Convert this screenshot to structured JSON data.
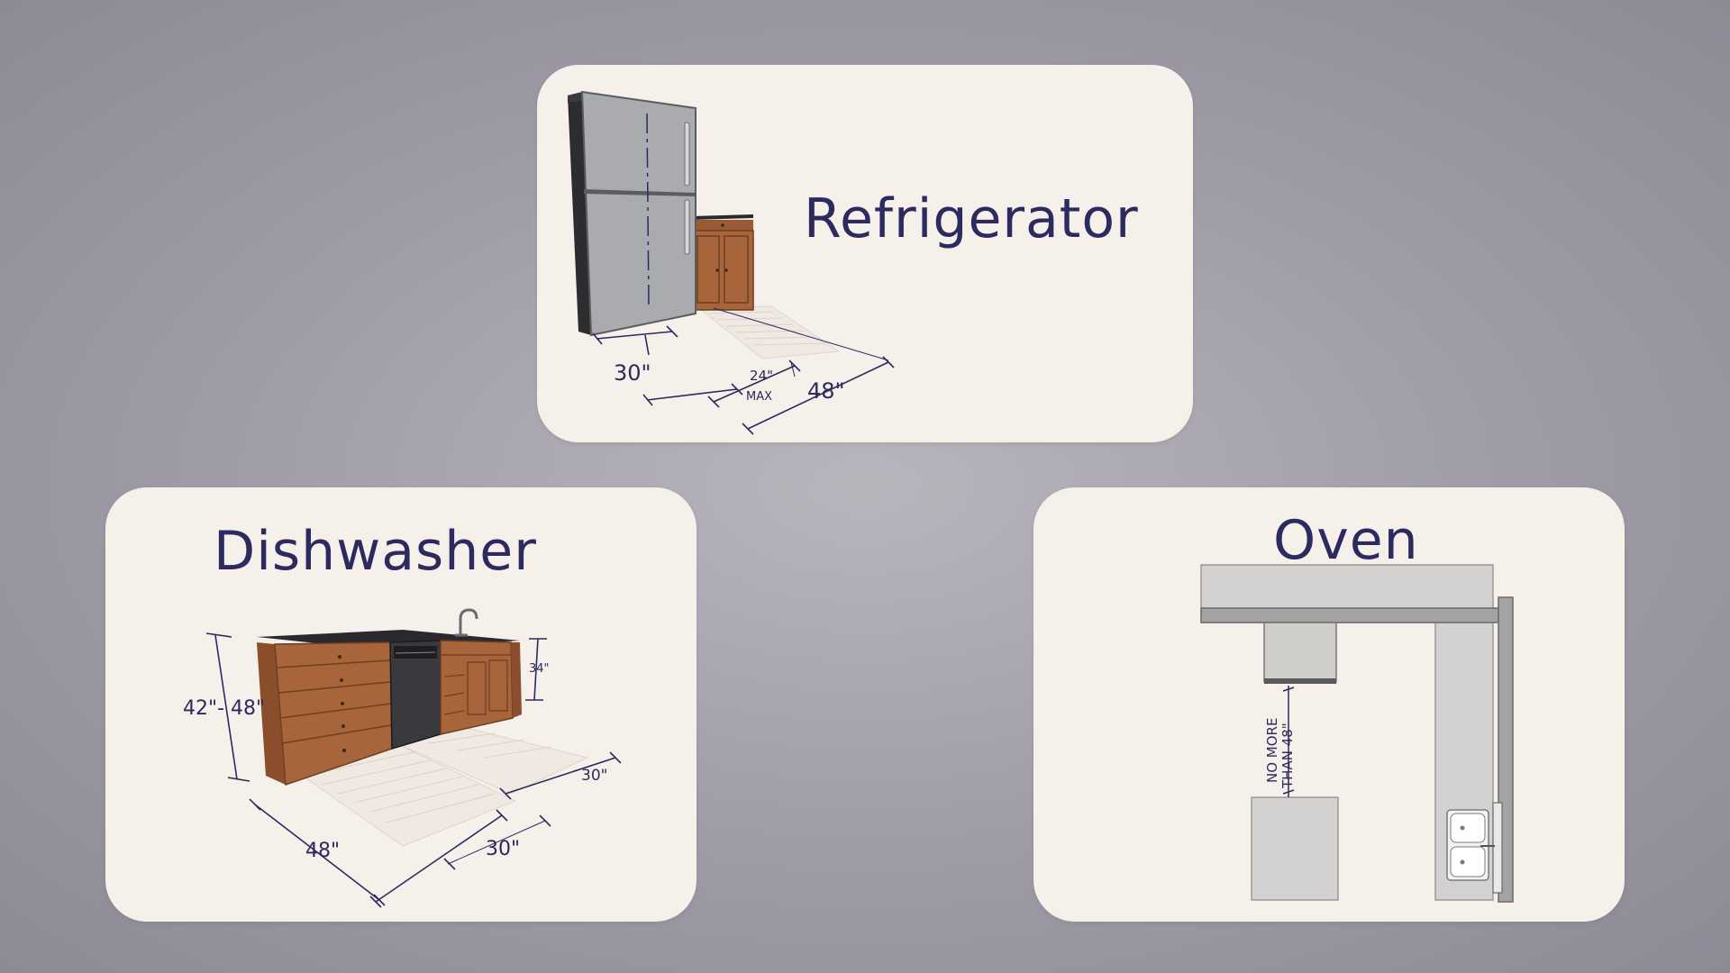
{
  "refrigerator": {
    "title": "Refrigerator",
    "dims": {
      "width": "30\"",
      "gap": "24\"",
      "gap_note": "MAX",
      "depth": "48\""
    }
  },
  "dishwasher": {
    "title": "Dishwasher",
    "dims": {
      "height_range": "42\"- 48\"",
      "counter": "34\"",
      "side": "30\"",
      "length": "48\"",
      "depth": "30\""
    }
  },
  "oven": {
    "title": "Oven",
    "note_line1": "NO MORE",
    "note_line2": "THAN 48\""
  },
  "colors": {
    "background": "#9e9ba6",
    "card": "#f5f0ea",
    "ink": "#2c2a5e",
    "steel": "#a9abae",
    "wood": "#a8643a",
    "counter": "#2a2a2e"
  }
}
